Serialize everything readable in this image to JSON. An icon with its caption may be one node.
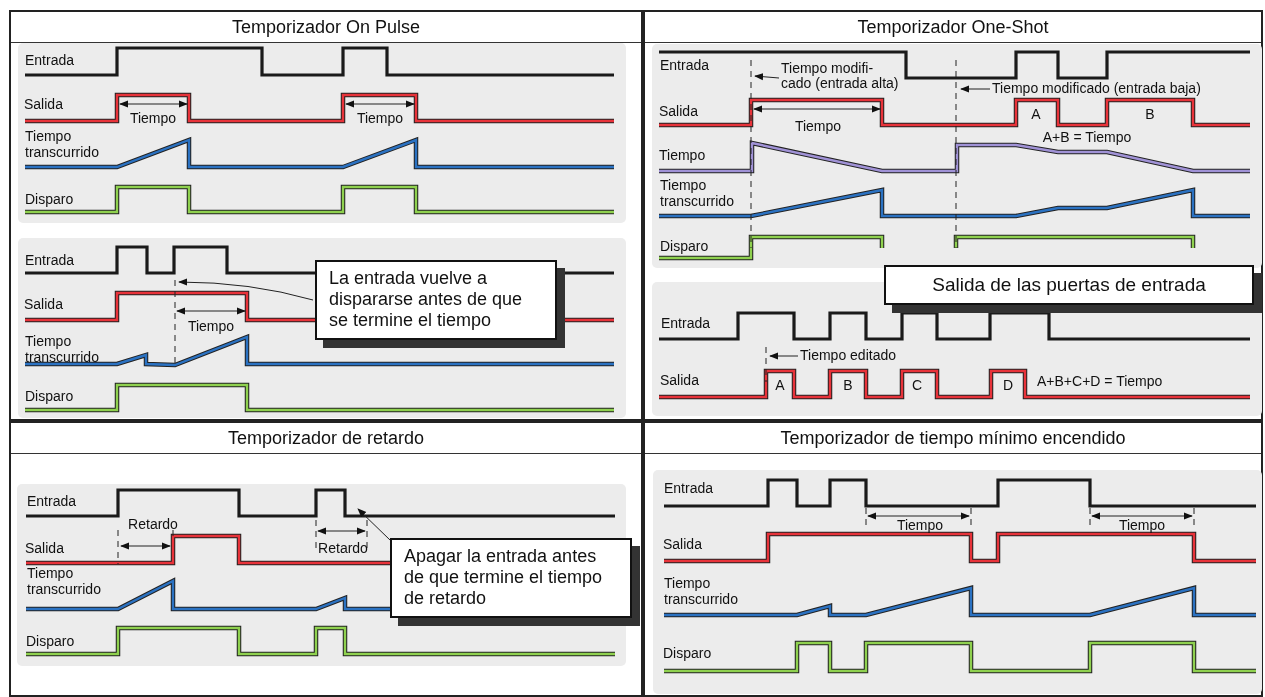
{
  "diagram": {
    "nodes": [
      {
        "text": [
          "Temporizador On Pulse"
        ]
      },
      {
        "text": [
          "La entrada vuelve a dispararse antes de que se termine el tiempo"
        ],
        "in": 0
      },
      {
        "text": [
          "Temporizador One-Shot"
        ]
      },
      {
        "text": [
          "Tiempo modifi- cado (entrada alta)"
        ],
        "in": 2
      },
      {
        "text": [
          "Tiempo modificado (entrada baja)"
        ],
        "in": 2
      },
      {
        "text": [
          "Salida de las puertas de entrada"
        ],
        "in": 2
      },
      {
        "text": [
          "Tiempo editado"
        ],
        "in": 2
      },
      {
        "text": [
          "Temporizador de retardo"
        ]
      },
      {
        "text": [
          "Apagar la entrada antes de que termine el tiempo de retardo"
        ],
        "in": 7
      },
      {
        "text": [
          "Temporizador de tiempo mínimo encendido"
        ]
      }
    ],
    "edges": [
      {
        "from": 1,
        "to": null,
        "arrow": "to"
      },
      {
        "from": 3,
        "to": null,
        "arrow": "to"
      },
      {
        "from": 4,
        "to": null,
        "arrow": "to"
      },
      {
        "from": 6,
        "to": null,
        "arrow": "to"
      },
      {
        "from": 8,
        "to": null,
        "arrow": "to"
      }
    ],
    "labels": [
      "Entrada",
      "Salida",
      "Tiempo",
      "Tiempo",
      "Tiempo transcurrido",
      "Disparo",
      "Entrada",
      "Salida",
      "Tiempo",
      "Tiempo transcurrido",
      "Disparo",
      "Entrada",
      "Salida",
      "Tiempo",
      "A",
      "B",
      "A+B = Tiempo",
      "Tiempo",
      "Tiempo transcurrido",
      "Disparo",
      "Entrada",
      "Salida",
      "A",
      "B",
      "C",
      "D",
      "A+B+C+D = Tiempo",
      "Entrada",
      "Retardo",
      "Salida",
      "Retardo",
      "Tiempo transcurrido",
      "Disparo",
      "Entrada",
      "Tiempo",
      "Tiempo",
      "Salida",
      "Tiempo transcurrido",
      "Disparo"
    ]
  }
}
